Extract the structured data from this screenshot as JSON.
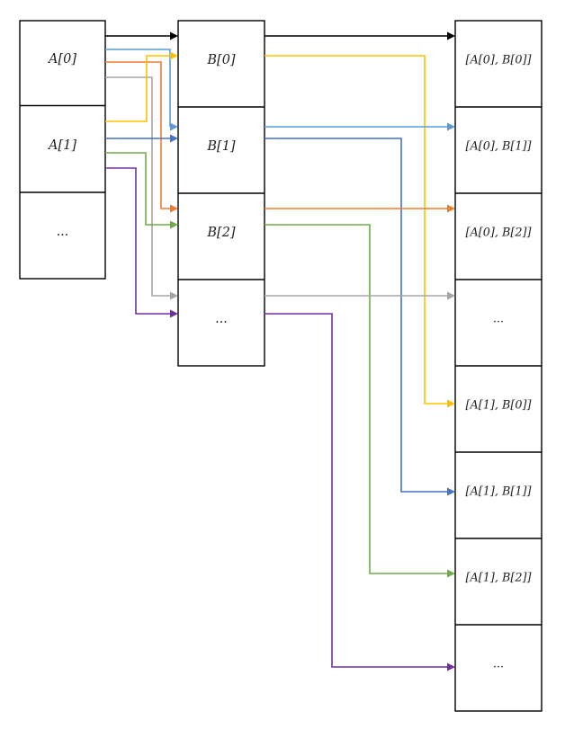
{
  "arrays": {
    "a": {
      "cells": [
        "A[0]",
        "A[1]",
        "..."
      ]
    },
    "b": {
      "cells": [
        "B[0]",
        "B[1]",
        "B[2]",
        "..."
      ]
    },
    "pairs": {
      "cells": [
        "[A[0], B[0]]",
        "[A[0], B[1]]",
        "[A[0], B[2]]",
        "...",
        "[A[1], B[0]]",
        "[A[1], B[1]]",
        "[A[1], B[2]]",
        "..."
      ]
    }
  },
  "colors": {
    "black": "#000000",
    "light_blue": "#5B9BD5",
    "orange": "#ED7D31",
    "gray": "#A5A5A5",
    "yellow": "#FFC000",
    "blue": "#4472C4",
    "green": "#70AD47",
    "purple": "#7030A0",
    "background": "#FFFFFF"
  },
  "connections": [
    {
      "from": "A[0]",
      "via": "B[0]",
      "to": "[A[0], B[0]]",
      "color_name": "black"
    },
    {
      "from": "A[0]",
      "via": "B[1]",
      "to": "[A[0], B[1]]",
      "color_name": "light_blue"
    },
    {
      "from": "A[0]",
      "via": "B[2]",
      "to": "[A[0], B[2]]",
      "color_name": "orange"
    },
    {
      "from": "A[0]",
      "via": "B[...]",
      "to": "... (row 4)",
      "color_name": "gray"
    },
    {
      "from": "A[1]",
      "via": "B[0]",
      "to": "[A[1], B[0]]",
      "color_name": "yellow"
    },
    {
      "from": "A[1]",
      "via": "B[1]",
      "to": "[A[1], B[1]]",
      "color_name": "blue"
    },
    {
      "from": "A[1]",
      "via": "B[2]",
      "to": "[A[1], B[2]]",
      "color_name": "green"
    },
    {
      "from": "A[1]",
      "via": "B[...]",
      "to": "... (row 8)",
      "color_name": "purple"
    }
  ]
}
